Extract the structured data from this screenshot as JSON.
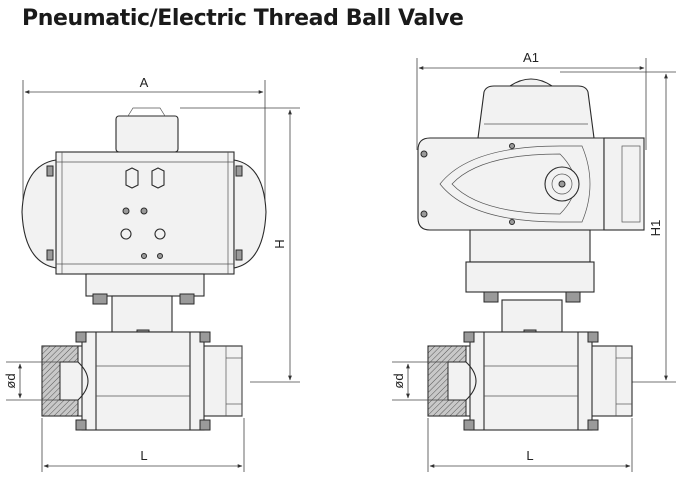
{
  "title": "Pneumatic/Electric Thread Ball Valve",
  "pneumatic": {
    "width_label": "A",
    "height_label": "H",
    "length_label": "L",
    "diameter_label": "ød"
  },
  "electric": {
    "width_label": "A1",
    "height_label": "H1",
    "length_label": "L",
    "diameter_label": "ød"
  }
}
